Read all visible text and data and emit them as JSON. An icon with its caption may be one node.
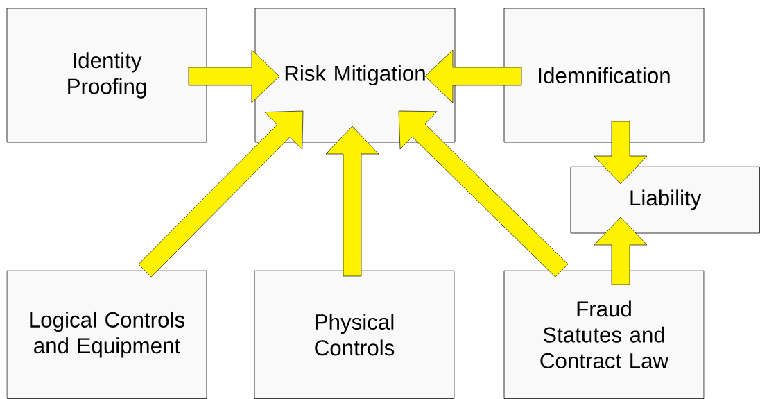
{
  "diagram": {
    "nodes": [
      {
        "text": [
          "Identity Proofing"
        ]
      },
      {
        "text": [
          "Risk Mitigation"
        ]
      },
      {
        "text": [
          "Idemnification"
        ]
      },
      {
        "text": [
          "Liability"
        ]
      },
      {
        "text": [
          "Logical Controls and Equipment"
        ]
      },
      {
        "text": [
          "Physical Controls"
        ]
      },
      {
        "text": [
          "Fraud Statutes and Contract Law"
        ]
      }
    ],
    "edges": [
      {
        "from": 0,
        "to": 1,
        "arrow": "to"
      },
      {
        "from": 2,
        "to": 1,
        "arrow": "to"
      },
      {
        "from": 4,
        "to": 1,
        "arrow": "to"
      },
      {
        "from": 5,
        "to": 1,
        "arrow": "to"
      },
      {
        "from": 6,
        "to": 1,
        "arrow": "to"
      },
      {
        "from": 2,
        "to": 3,
        "arrow": "to"
      },
      {
        "from": 6,
        "to": 3,
        "arrow": "to"
      }
    ]
  }
}
